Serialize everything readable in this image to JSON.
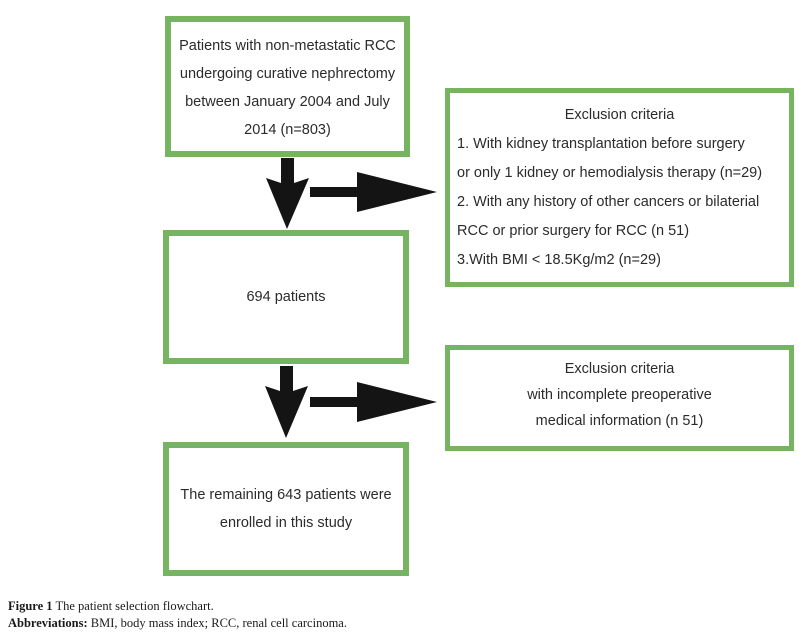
{
  "figure": {
    "caption_label": "Figure 1",
    "caption_title": "The patient selection flowchart.",
    "abbreviations_label": "Abbreviations:",
    "abbreviations_text": "BMI, body mass index; RCC, renal cell carcinoma."
  },
  "colors": {
    "box_border_green": "#76b462",
    "arrow_black": "#141414",
    "text": "#2b2b2b"
  },
  "icons": {
    "down-arrow-icon": "thick black downward flow arrow",
    "right-arrow-icon": "thick black rightward branch arrow"
  },
  "flowchart": {
    "top_box": {
      "text": "Patients with non-metastatic RCC\nundergoing curative nephrectomy\nbetween January 2004 and July\n2014 (n=803)"
    },
    "exclusion_box_1": {
      "title": "Exclusion criteria",
      "body": "1. With kidney transplantation before surgery\nor only 1 kidney or hemodialysis therapy (n=29)\n2. With any history of other cancers or bilaterial\nRCC or prior surgery for RCC (n 51)\n3.With BMI < 18.5Kg/m2 (n=29)"
    },
    "mid_box": {
      "text": "694 patients"
    },
    "exclusion_box_2": {
      "title": "Exclusion criteria",
      "body": "with incomplete preoperative\nmedical information (n 51)"
    },
    "bottom_box": {
      "text": "The remaining 643 patients were\nenrolled in this study"
    }
  }
}
